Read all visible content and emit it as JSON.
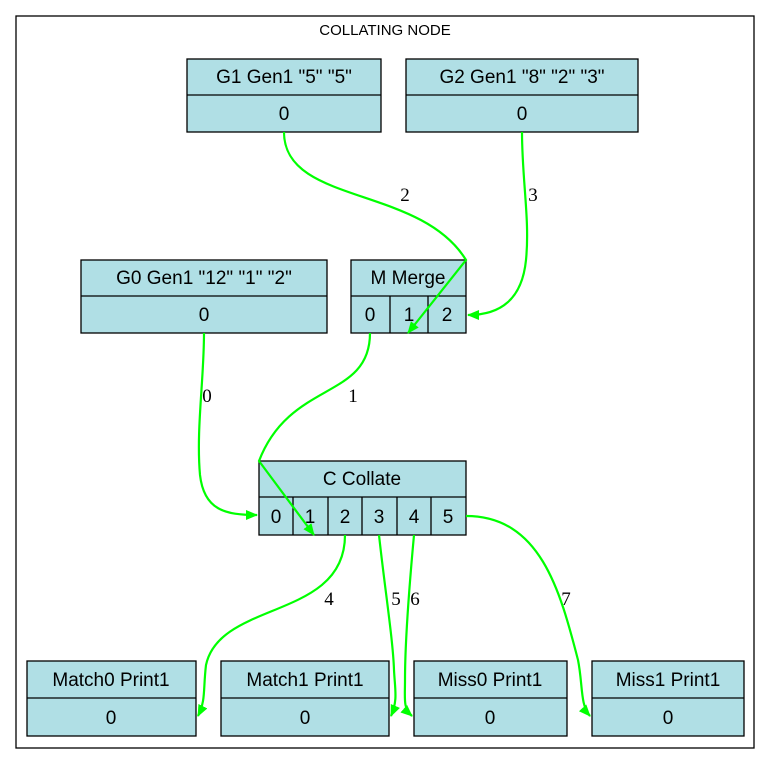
{
  "cluster": {
    "title": "COLLATING NODE"
  },
  "colors": {
    "node_fill": "#b0dfe5",
    "edge": "#00ff00",
    "stroke": "#000000"
  },
  "nodes": {
    "g1": {
      "title": "G1 Gen1 \"5\" \"5\"",
      "ports": [
        "0"
      ]
    },
    "g2": {
      "title": "G2 Gen1 \"8\" \"2\" \"3\"",
      "ports": [
        "0"
      ]
    },
    "g0": {
      "title": "G0 Gen1 \"12\" \"1\" \"2\"",
      "ports": [
        "0"
      ]
    },
    "m": {
      "title": "M Merge",
      "ports": [
        "0",
        "1",
        "2"
      ]
    },
    "c": {
      "title": "C Collate",
      "ports": [
        "0",
        "1",
        "2",
        "3",
        "4",
        "5"
      ]
    },
    "match0": {
      "title": "Match0 Print1",
      "ports": [
        "0"
      ]
    },
    "match1": {
      "title": "Match1 Print1",
      "ports": [
        "0"
      ]
    },
    "miss0": {
      "title": "Miss0 Print1",
      "ports": [
        "0"
      ]
    },
    "miss1": {
      "title": "Miss1 Print1",
      "ports": [
        "0"
      ]
    }
  },
  "edges": [
    {
      "from": "g0:0",
      "to": "c:0",
      "label": "0"
    },
    {
      "from": "m:0",
      "to": "c:1",
      "label": "1"
    },
    {
      "from": "g1:0",
      "to": "m:1",
      "label": "2"
    },
    {
      "from": "g2:0",
      "to": "m:2",
      "label": "3"
    },
    {
      "from": "c:2",
      "to": "match0:0",
      "label": "4"
    },
    {
      "from": "c:3",
      "to": "match1:0",
      "label": "5"
    },
    {
      "from": "c:4",
      "to": "miss0:0",
      "label": "6"
    },
    {
      "from": "c:5",
      "to": "miss1:0",
      "label": "7"
    }
  ]
}
